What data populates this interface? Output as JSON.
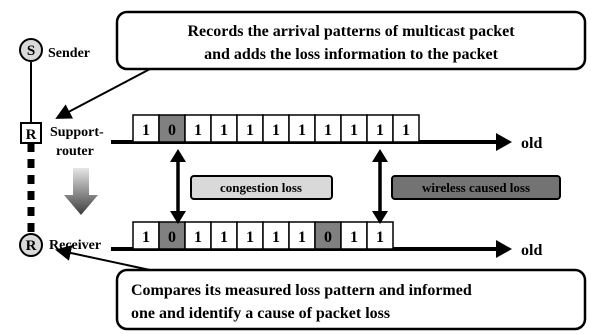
{
  "nodes": {
    "sender": {
      "symbol": "S",
      "label": "Sender"
    },
    "router": {
      "symbol": "R",
      "label_line1": "Support-",
      "label_line2": "router"
    },
    "receiver": {
      "symbol": "R",
      "label": "Receiver"
    }
  },
  "callouts": {
    "top": {
      "line1": "Records the arrival patterns of multicast packet",
      "line2": "and adds the loss information to the packet"
    },
    "bottom": {
      "line1": "Compares its measured loss pattern and informed",
      "line2": "one and identify a cause of packet loss"
    }
  },
  "sequences": {
    "router": {
      "bits": [
        "1",
        "0",
        "1",
        "1",
        "1",
        "1",
        "1",
        "1",
        "1",
        "1",
        "1"
      ],
      "end_label": "old"
    },
    "receiver": {
      "bits": [
        "1",
        "0",
        "1",
        "1",
        "1",
        "1",
        "1",
        "0",
        "1",
        "1"
      ],
      "end_label": "old"
    }
  },
  "loss_labels": {
    "congestion": "congestion loss",
    "wireless": "wireless caused loss"
  },
  "colors": {
    "loss_cell": "#808080",
    "congestion_box": "#d9d9d9",
    "wireless_box": "#737373",
    "line": "#000000"
  }
}
